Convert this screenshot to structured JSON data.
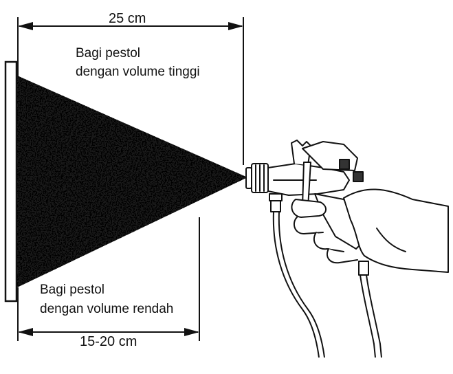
{
  "diagram": {
    "top_dimension": "25 cm",
    "bottom_dimension": "15-20 cm",
    "high_volume_note": {
      "line1": "Bagi pestol",
      "line2": "dengan volume tinggi"
    },
    "low_volume_note": {
      "line1": "Bagi pestol",
      "line2": "dengan volume rendah"
    }
  }
}
